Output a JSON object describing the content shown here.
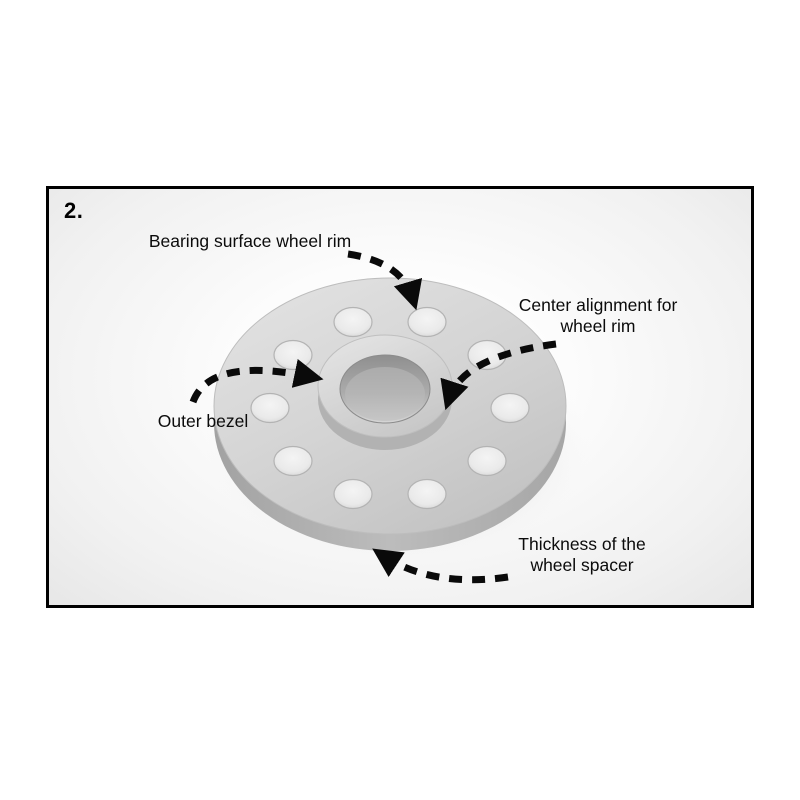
{
  "step": {
    "number": "2."
  },
  "annotations": {
    "bearing_surface": {
      "label": "Bearing surface wheel rim"
    },
    "center_alignment": {
      "line1": "Center alignment for",
      "line2": "wheel rim"
    },
    "outer_bezel": {
      "label": "Outer bezel"
    },
    "thickness": {
      "line1": "Thickness of the",
      "line2": "wheel spacer"
    }
  },
  "colors": {
    "frame_border": "#000000",
    "arrow": "#0a0a0a",
    "text": "#0b0b0b",
    "disc_top": "#d6d6d6",
    "disc_side": "#aeaeae",
    "hole_fill": "#eeeeee",
    "hub_top": "#dcdcdc",
    "bore_fill": "#a6a6a6",
    "photo_background": "#f4f4f4"
  },
  "icons": {
    "dashed_arrow": "curved dashed pointer arrow"
  }
}
